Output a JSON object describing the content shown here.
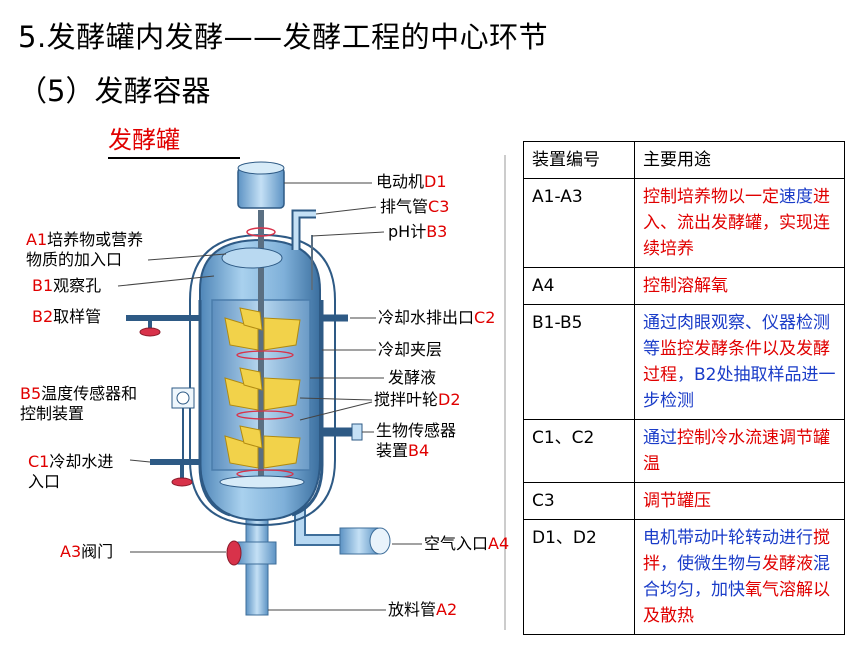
{
  "title": "5.发酵罐内发酵——发酵工程的中心环节",
  "subtitle": "（5）发酵容器",
  "vessel_title": "发酵罐",
  "diagram_labels": {
    "motor": {
      "text": "电动机",
      "code": "D1"
    },
    "exhaust": {
      "text": "排气管",
      "code": "C3"
    },
    "ph": {
      "text": "pH计",
      "code": "B3"
    },
    "feed_inlet_code": "A1",
    "feed_inlet_line1": "培养物或营养",
    "feed_inlet_line2": "物质的加入口",
    "sight_glass": {
      "code": "B1",
      "text": "观察孔"
    },
    "sampler": {
      "code": "B2",
      "text": "取样管"
    },
    "coolant_outlet": {
      "text": "冷却水排出口",
      "code": "C2"
    },
    "jacket": "冷却夹层",
    "broth": "发酵液",
    "impeller": {
      "text": "搅拌叶轮",
      "code": "D2"
    },
    "sensor_code": "B5",
    "sensor_line1": "温度传感器和",
    "sensor_line2": "控制装置",
    "biosensor_line1": "生物传感器",
    "biosensor_line2": {
      "text": "装置",
      "code": "B4"
    },
    "coolant_inlet_code": "C1",
    "coolant_inlet_line1": "冷却水进",
    "coolant_inlet_line2": "入口",
    "valve": {
      "code": "A3",
      "text": "阀门"
    },
    "air_inlet": {
      "text": "空气入口",
      "code": "A4"
    },
    "discharge": {
      "text": "放料管",
      "code": "A2"
    }
  },
  "table": {
    "headers": [
      "装置编号",
      "主要用途"
    ],
    "rows": [
      {
        "device": "A1-A3",
        "segments": [
          {
            "t": "控制培养物以一定",
            "c": "red"
          },
          {
            "t": "速度",
            "c": "blue"
          },
          {
            "t": "进入、流出发酵罐，实现连续培养",
            "c": "red"
          }
        ]
      },
      {
        "device": "A4",
        "segments": [
          {
            "t": "控制溶解氧",
            "c": "red"
          }
        ]
      },
      {
        "device": "B1-B5",
        "segments": [
          {
            "t": "通过肉眼观察、仪器检测等",
            "c": "blue"
          },
          {
            "t": "监控发酵条件以及发酵过程",
            "c": "red"
          },
          {
            "t": "，B2处抽取样品进一步检测",
            "c": "blue"
          }
        ]
      },
      {
        "device": "C1、C2",
        "segments": [
          {
            "t": "通过",
            "c": "blue"
          },
          {
            "t": "控制冷水流速调节罐温",
            "c": "red"
          }
        ]
      },
      {
        "device": "C3",
        "segments": [
          {
            "t": "调节罐压",
            "c": "red"
          }
        ]
      },
      {
        "device": "D1、D2",
        "segments": [
          {
            "t": "电机带动叶轮转动进行",
            "c": "blue"
          },
          {
            "t": "搅拌",
            "c": "red"
          },
          {
            "t": "，使微生物与",
            "c": "blue"
          },
          {
            "t": "发酵液",
            "c": "red"
          },
          {
            "t": "混合均匀，加快",
            "c": "blue"
          },
          {
            "t": "氧气溶解以及散热",
            "c": "red"
          }
        ]
      }
    ]
  },
  "colors": {
    "red": "#e00000",
    "blue": "#1a3cc8",
    "tank": "#7fb4d8",
    "impeller": "#f2d24a"
  }
}
